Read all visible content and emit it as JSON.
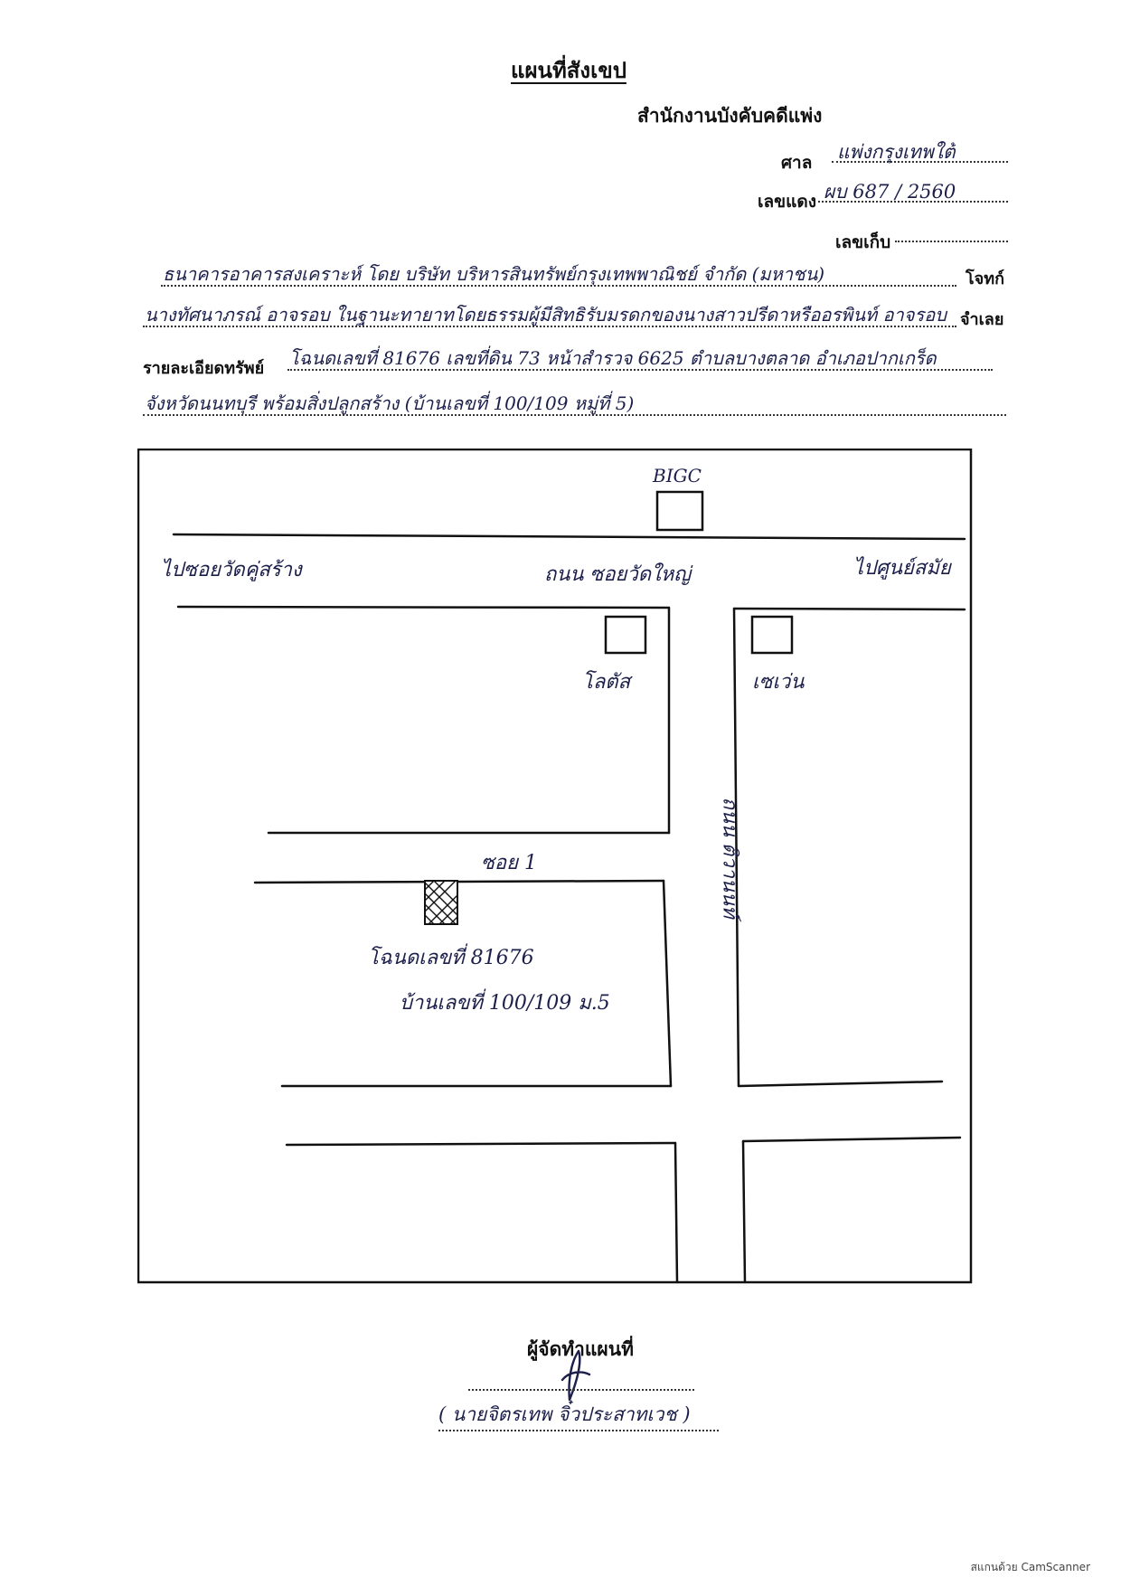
{
  "document": {
    "title": "แผนที่สังเขป",
    "office": "สำนักงานบังคับคดีแพ่ง",
    "court_label": "ศาล",
    "court_value": "แพ่งกรุงเทพใต้",
    "red_case_label": "เลขแดง",
    "red_case_value": "ผบ 687 / 2560",
    "storage_no_label": "เลขเก็บ",
    "storage_no_value": "",
    "plaintiff_label": "โจทก์",
    "plaintiff_value": "ธนาคารอาคารสงเคราะห์ โดย บริษัท บริหารสินทรัพย์กรุงเทพพาณิชย์ จำกัด (มหาชน)",
    "defendant_label": "จำเลย",
    "defendant_value": "นางทัศนาภรณ์ อาจรอบ ในฐานะทายาทโดยธรรมผู้มีสิทธิรับมรดกของนางสาวปรีดาหรืออรพินท์ อาจรอบ",
    "property_label": "รายละเอียดทรัพย์",
    "property_value_1": "โฉนดเลขที่ 81676 เลขที่ดิน 73 หน้าสำรวจ 6625 ตำบลบางตลาด อำเภอปากเกร็ด",
    "property_value_2": "จังหวัดนนทบุรี พร้อมสิ่งปลูกสร้าง (บ้านเลขที่ 100/109 หมู่ที่ 5)",
    "map_maker_label": "ผู้จัดทำแผนที่",
    "signer_name": "( นายจิตรเทพ จิ๋วประสาทเวช )"
  },
  "map": {
    "label_top_building": "BIGC",
    "label_left_direction": "ไปซอยวัดคู่สร้าง",
    "label_main_road": "ถนน ซอยวัดใหญ่",
    "label_right_direction": "ไปศูนย์สมัย",
    "label_lotus": "โลตัส",
    "label_seven": "เซเว่น",
    "label_side_road": "ถนน ติวานนท์",
    "label_alley": "ซอย 1",
    "label_deed": "โฉนดเลขที่ 81676",
    "label_house_no": "บ้านเลขที่ 100/109 ม.5"
  },
  "footer": {
    "scanner_note": "สแกนด้วย CamScanner"
  }
}
